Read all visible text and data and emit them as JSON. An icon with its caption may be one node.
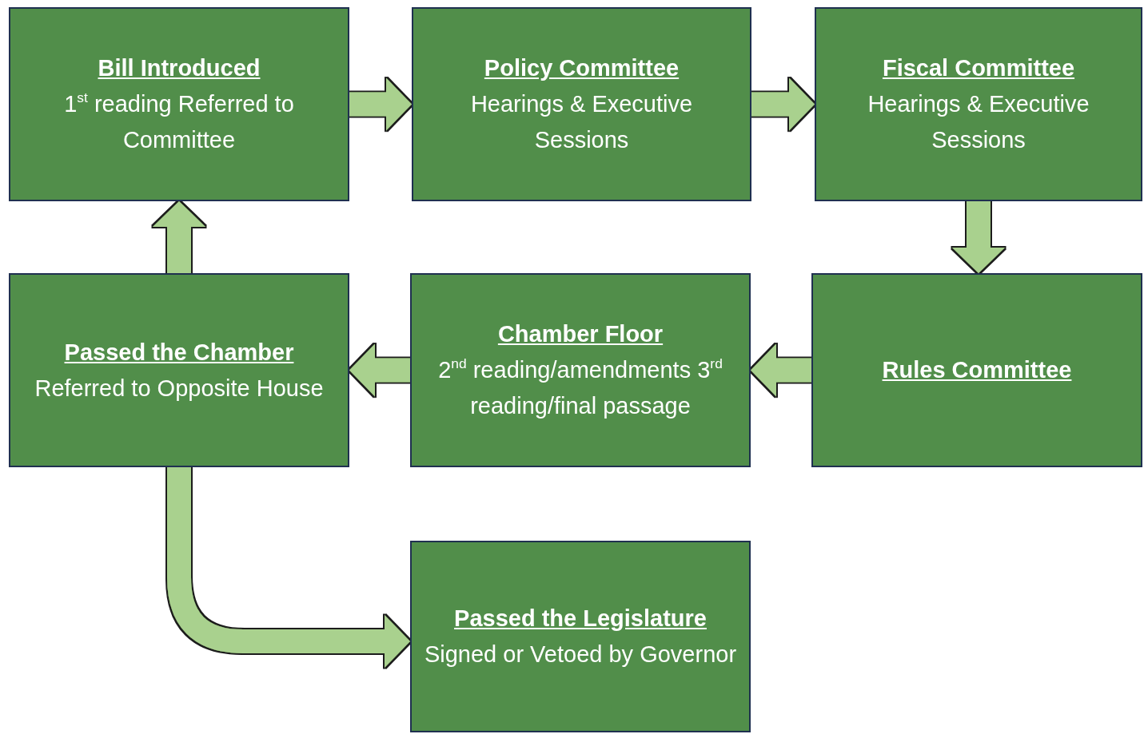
{
  "diagram": {
    "nodes": [
      {
        "text": [
          "Bill Introduced",
          "1$^{st}$ reading Referred to Committee"
        ]
      },
      {
        "text": [
          "Policy Committee",
          "Hearings & Executive Sessions"
        ]
      },
      {
        "text": [
          "Fiscal Committee",
          "Hearings & Executive Sessions"
        ]
      },
      {
        "text": [
          "Passed the Chamber",
          "Referred to Opposite House"
        ]
      },
      {
        "text": [
          "Chamber Floor",
          "2$^{nd}$ reading/amendments 3$^{rd}$ reading/final passage"
        ]
      },
      {
        "text": [
          "Rules Committee"
        ]
      },
      {
        "text": [
          "Passed the Legislature",
          "Signed or Vetoed by Governor"
        ]
      }
    ],
    "edges": [
      {
        "from": 0,
        "to": 1,
        "arrow": "to"
      },
      {
        "from": 1,
        "to": 2,
        "arrow": "to"
      },
      {
        "from": 2,
        "to": 5,
        "arrow": "to"
      },
      {
        "from": 5,
        "to": 4,
        "arrow": "to"
      },
      {
        "from": 4,
        "to": 3,
        "arrow": "to"
      },
      {
        "from": 3,
        "to": 0,
        "arrow": "to"
      },
      {
        "from": 3,
        "to": 6,
        "arrow": "to"
      }
    ]
  }
}
